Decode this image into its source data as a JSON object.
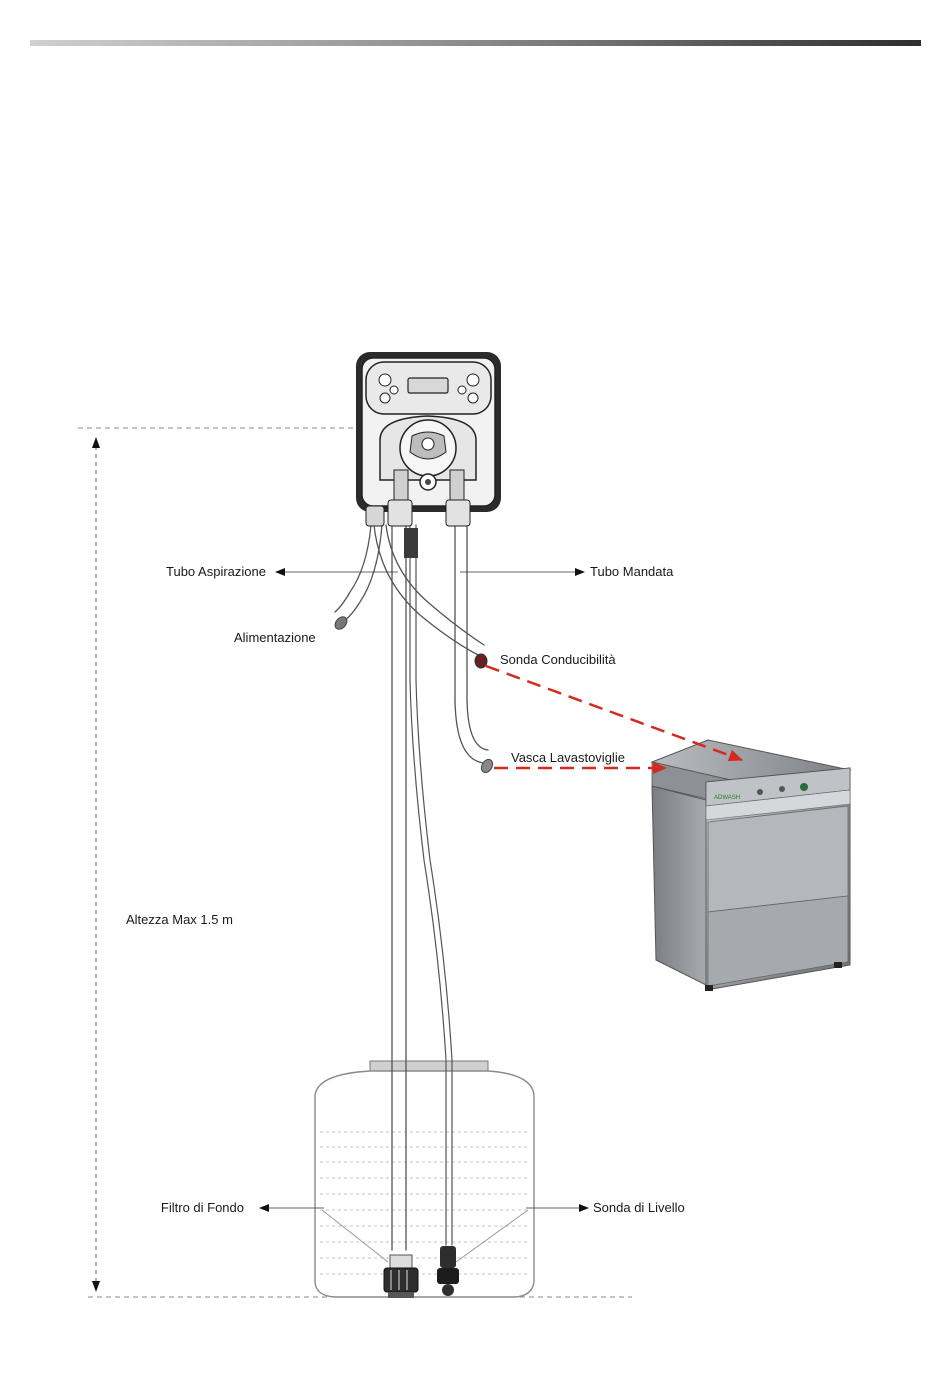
{
  "labels": {
    "tubo_aspirazione": "Tubo Aspirazione",
    "tubo_mandata": "Tubo Mandata",
    "alimentazione": "Alimentazione",
    "sonda_conducibilita": "Sonda Conducibilità",
    "vasca_lavastoviglie": "Vasca Lavastoviglie",
    "altezza_max": "Altezza Max 1.5 m",
    "filtro_di_fondo": "Filtro di Fondo",
    "sonda_di_livello": "Sonda di Livello"
  },
  "colors": {
    "header_bar_dark": "#3a3a3a",
    "header_bar_light": "#c8c8c8",
    "dashed_arrow": "#d42a1e",
    "pump_body": "#2b2b2b",
    "steel": "#a8acb0"
  },
  "icons": [
    "peristaltic-pump-icon",
    "dishwasher-icon",
    "tank-icon",
    "foot-filter-icon",
    "level-probe-icon"
  ]
}
